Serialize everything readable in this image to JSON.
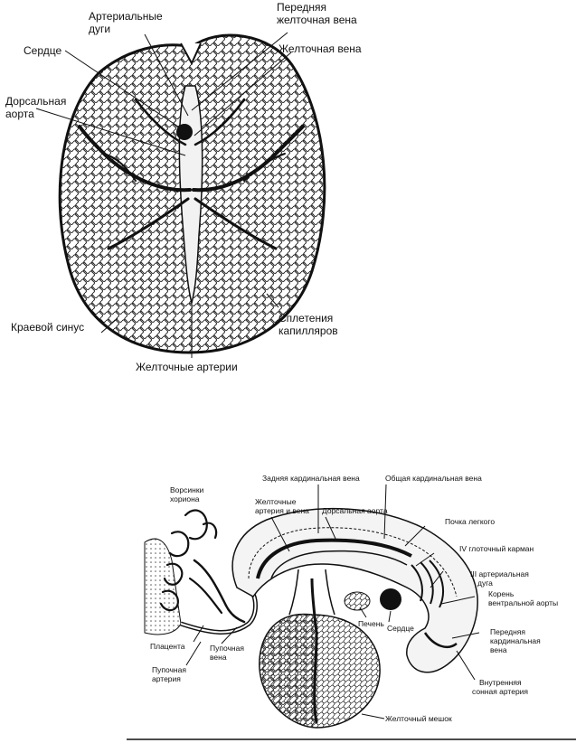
{
  "figure_top": {
    "labels": {
      "arterial_arches": [
        "Артериальные",
        "дуги"
      ],
      "anterior_vitelline_vein": [
        "Передняя",
        "желточная вена"
      ],
      "heart": "Сердце",
      "vitelline_vein": "Желточная вена",
      "dorsal_aorta": [
        "Дорсальная",
        "аорта"
      ],
      "marginal_sinus": "Краевой синус",
      "capillary_plexus": [
        "Сплетения",
        "капилляров"
      ],
      "vitelline_arteries": "Желточные артерии"
    }
  },
  "figure_bottom": {
    "labels": {
      "posterior_cardinal_vein": "Задняя кардинальная вена",
      "common_cardinal_vein": "Общая кардинальная вена",
      "chorionic_villi": [
        "Ворсинки",
        "хориона"
      ],
      "vitelline_artery_vein": [
        "Желточные",
        "артерия и вена"
      ],
      "dorsal_aorta": "Дорсальная аорта",
      "lung_bud": "Почка легкого",
      "pharyngeal_pouch": "IV глоточный карман",
      "arterial_arch": [
        "III  артериальная",
        "дуга"
      ],
      "ventral_aorta_root": [
        "Корень",
        "вентральной аорты"
      ],
      "placenta": "Плацента",
      "umbilical_vein": [
        "Пупочная",
        "вена"
      ],
      "liver": "Печень",
      "heart": "Сердце",
      "anterior_cardinal_vein": [
        "Передняя",
        "кардинальная",
        "вена"
      ],
      "umbilical_artery": [
        "Пупочная",
        "артерия"
      ],
      "internal_carotid": [
        "Внутренняя",
        "сонная артерия"
      ],
      "yolk_sac": "Желточный мешок"
    }
  }
}
